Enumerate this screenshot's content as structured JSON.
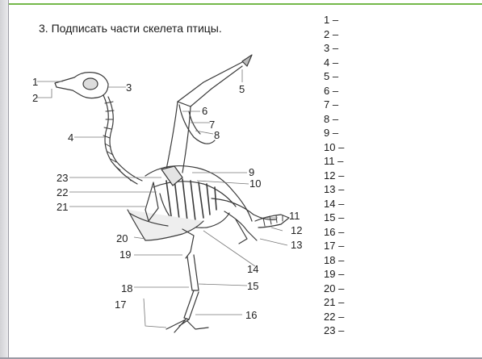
{
  "task": {
    "title": "3. Подписать части скелета птицы."
  },
  "figure": {
    "callouts": [
      "1",
      "2",
      "3",
      "4",
      "5",
      "6",
      "7",
      "8",
      "9",
      "10",
      "11",
      "12",
      "13",
      "14",
      "15",
      "16",
      "17",
      "18",
      "19",
      "20",
      "21",
      "22",
      "23"
    ]
  },
  "answers": [
    "1 –",
    "2 –",
    "3 –",
    "4 –",
    "5 –",
    "6 –",
    "7 –",
    "8 –",
    "9 –",
    "10 –",
    "11 –",
    "12 –",
    "13 –",
    "14 –",
    "15 –",
    "16 –",
    "17 –",
    "18 –",
    "19 –",
    "20 –",
    "21 –",
    "22 –",
    "23 –"
  ],
  "colors": {
    "accent_line": "#74b84a",
    "frame": "#d2d2d6"
  }
}
